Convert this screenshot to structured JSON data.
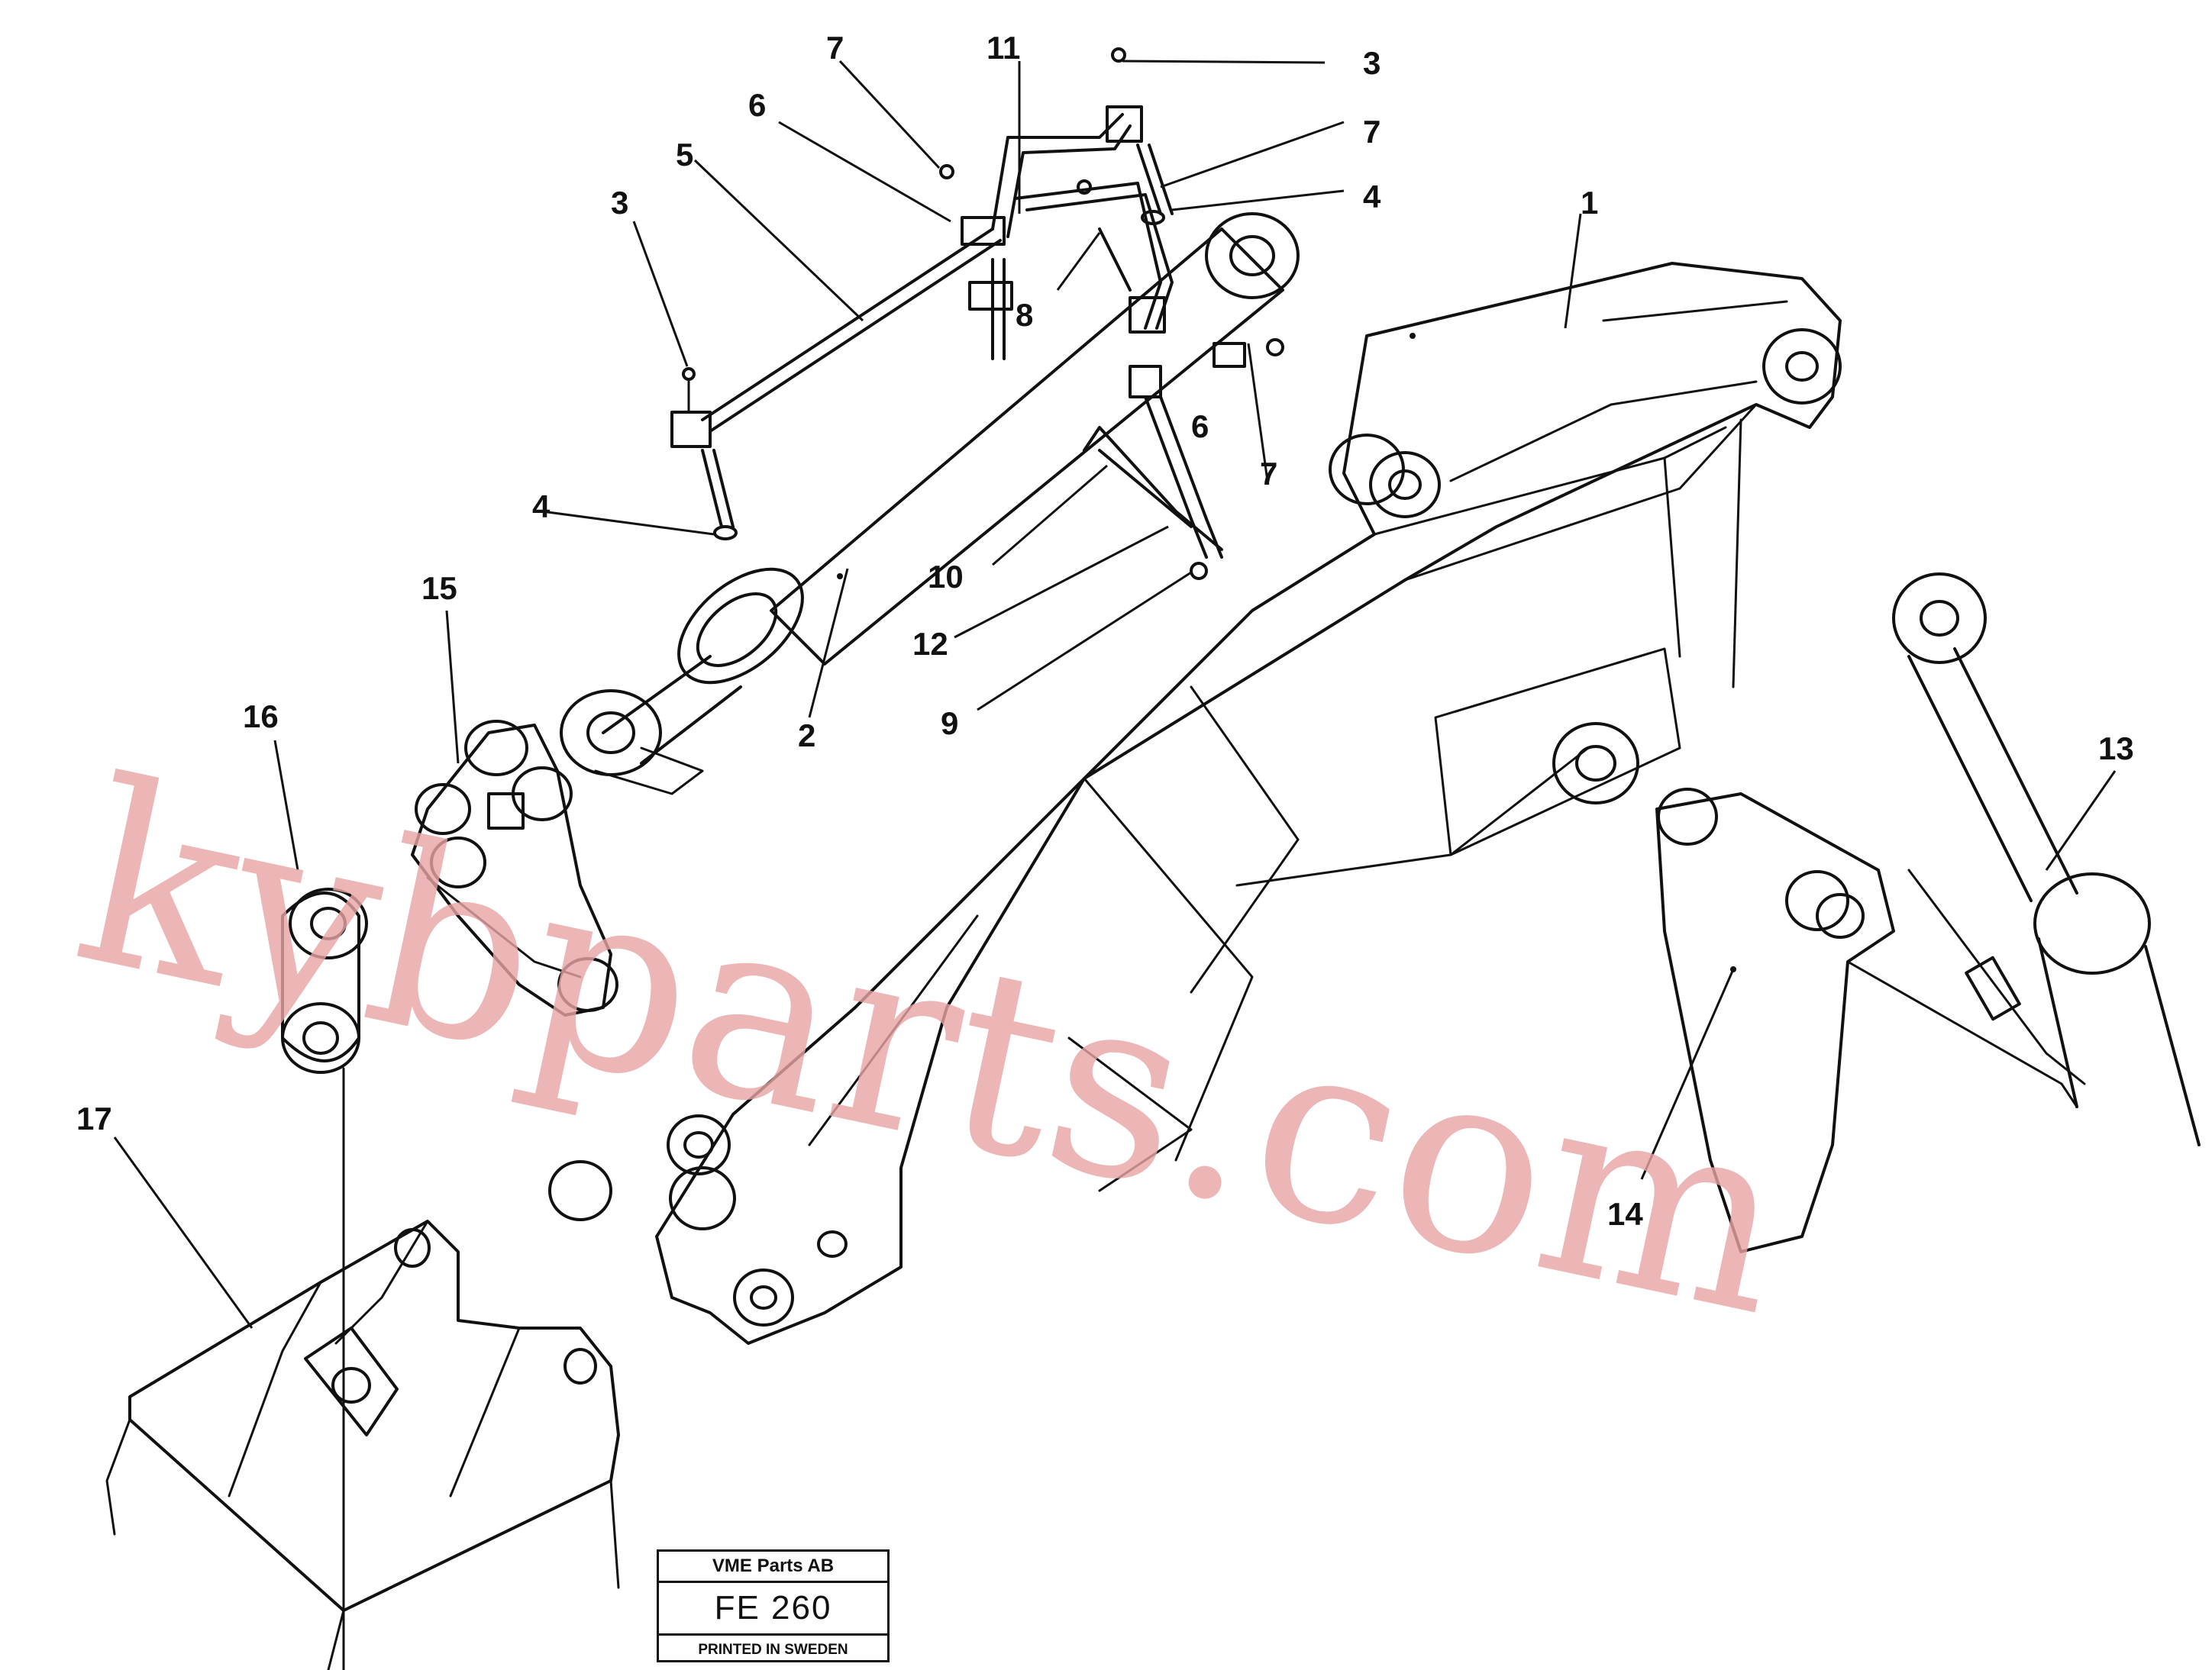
{
  "diagram": {
    "callouts": [
      {
        "id": "c1",
        "label": "1"
      },
      {
        "id": "c2",
        "label": "2"
      },
      {
        "id": "c3a",
        "label": "3"
      },
      {
        "id": "c3b",
        "label": "3"
      },
      {
        "id": "c4a",
        "label": "4"
      },
      {
        "id": "c4b",
        "label": "4"
      },
      {
        "id": "c5",
        "label": "5"
      },
      {
        "id": "c6a",
        "label": "6"
      },
      {
        "id": "c6b",
        "label": "6"
      },
      {
        "id": "c7a",
        "label": "7"
      },
      {
        "id": "c7b",
        "label": "7"
      },
      {
        "id": "c7c",
        "label": "7"
      },
      {
        "id": "c8",
        "label": "8"
      },
      {
        "id": "c9",
        "label": "9"
      },
      {
        "id": "c10",
        "label": "10"
      },
      {
        "id": "c11",
        "label": "11"
      },
      {
        "id": "c12",
        "label": "12"
      },
      {
        "id": "c13",
        "label": "13"
      },
      {
        "id": "c14",
        "label": "14"
      },
      {
        "id": "c15",
        "label": "15"
      },
      {
        "id": "c16",
        "label": "16"
      },
      {
        "id": "c17",
        "label": "17"
      }
    ]
  },
  "stamp": {
    "company": "VME Parts AB",
    "code": "FE 260",
    "printed": "PRINTED IN SWEDEN"
  },
  "watermark": {
    "text": "kybparts.com",
    "color": "#e8a5a5"
  }
}
